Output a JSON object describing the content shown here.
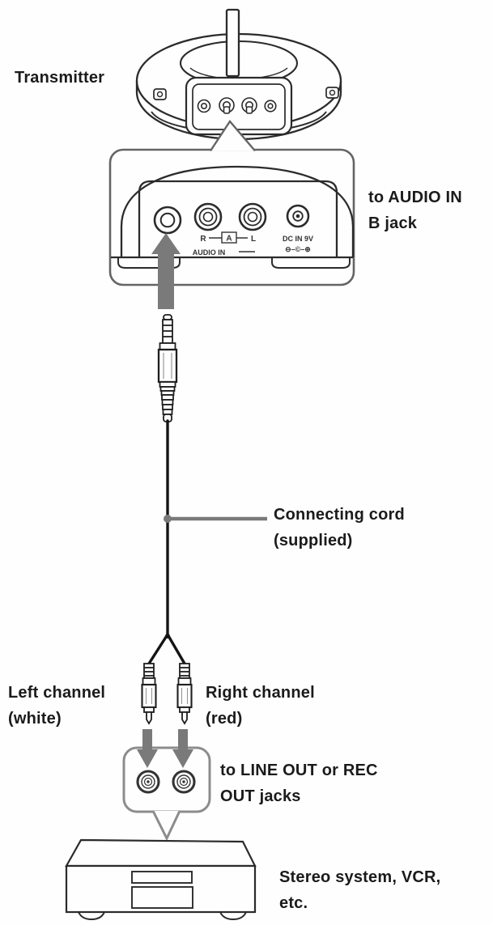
{
  "annotations": {
    "transmitter": "Transmitter",
    "to_audio_in": {
      "line1": "to AUDIO IN",
      "line2": "B jack"
    },
    "connecting_cord": {
      "line1": "Connecting cord",
      "line2": "(supplied)"
    },
    "left_channel": {
      "line1": "Left channel",
      "line2": "(white)"
    },
    "right_channel": {
      "line1": "Right channel",
      "line2": "(red)"
    },
    "to_line_out": {
      "line1": "to LINE OUT or REC",
      "line2": "OUT jacks"
    },
    "stereo_system": {
      "line1": "Stereo system, VCR,",
      "line2": "etc."
    }
  },
  "rear_panel": {
    "r_label": "R",
    "a_label": "A",
    "l_label": "L",
    "audio_in_label": "AUDIO IN",
    "dc_in_label": "DC IN 9V",
    "dc_polarity": "⊖–©–⊕"
  },
  "colors": {
    "line": "#2b2b2b",
    "arrow_gray": "#7a7a7a",
    "callout_border_top": "#646464",
    "callout_border_bottom": "#8c8c8c"
  }
}
